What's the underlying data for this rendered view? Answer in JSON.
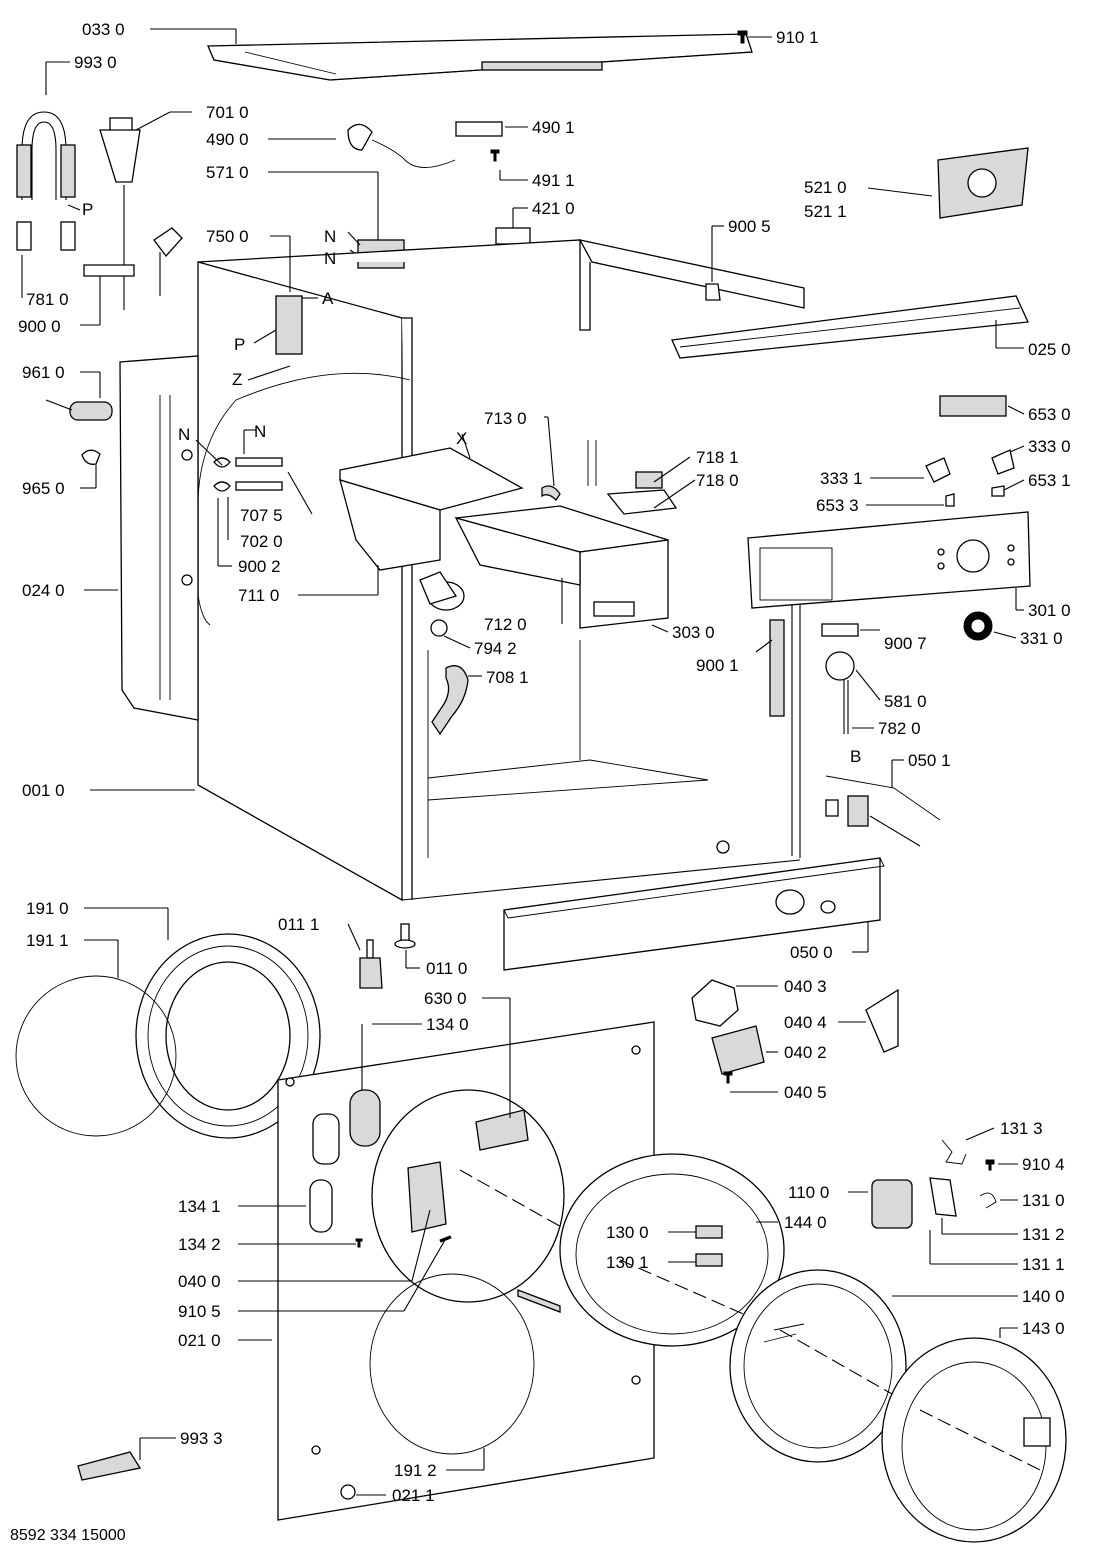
{
  "labels": {
    "p0330": "033 0",
    "p9101": "910 1",
    "p9930": "993 0",
    "p7010": "701 0",
    "p4900": "490 0",
    "p4901": "490 1",
    "p5710": "571 0",
    "p4911": "491 1",
    "p4210": "421 0",
    "p5210": "521 0",
    "p5211": "521 1",
    "p7500": "750 0",
    "p9005": "900 5",
    "p7810": "781 0",
    "p9000": "900 0",
    "p0250": "025 0",
    "p9610": "961 0",
    "p6530": "653 0",
    "p7130": "713 0",
    "p3330": "333 0",
    "p7181": "718 1",
    "p3331": "333 1",
    "p9650": "965 0",
    "p7180": "718 0",
    "p6531": "653 1",
    "p6533": "653 3",
    "p7075": "707 5",
    "p7020": "702 0",
    "p9002": "900 2",
    "p0240": "024 0",
    "p7110": "711 0",
    "p3010": "301 0",
    "p7120": "712 0",
    "p3030": "303 0",
    "p3310": "331 0",
    "p7942": "794 2",
    "p9001": "900 1",
    "p9007": "900 7",
    "p7081": "708 1",
    "p5810": "581 0",
    "p7820": "782 0",
    "p0501": "050 1",
    "p0010": "001 0",
    "p1910": "191 0",
    "p0111": "011 1",
    "p1911": "191 1",
    "p0110": "011 0",
    "p0500": "050 0",
    "p6300": "630 0",
    "p0403": "040 3",
    "p1340": "134 0",
    "p0404": "040 4",
    "p0402": "040 2",
    "p0405": "040 5",
    "p1313": "131 3",
    "p9104": "910 4",
    "p1100": "110 0",
    "p1310": "131 0",
    "p1341": "134 1",
    "p1440": "144 0",
    "p1300": "130 0",
    "p1312": "131 2",
    "p1342": "134 2",
    "p1301": "130 1",
    "p1311": "131 1",
    "p0400": "040 0",
    "p9105": "910 5",
    "p1400": "140 0",
    "p0210": "021 0",
    "p1430": "143 0",
    "p9933": "993 3",
    "p1912": "191 2",
    "p0211": "021 1"
  },
  "letters": {
    "P1": "P",
    "N1": "N",
    "N2": "N",
    "A": "A",
    "P2": "P",
    "Z": "Z",
    "N3": "N",
    "N4": "N",
    "X": "X",
    "B": "B"
  },
  "footer": {
    "code": "8592 334 15000"
  }
}
